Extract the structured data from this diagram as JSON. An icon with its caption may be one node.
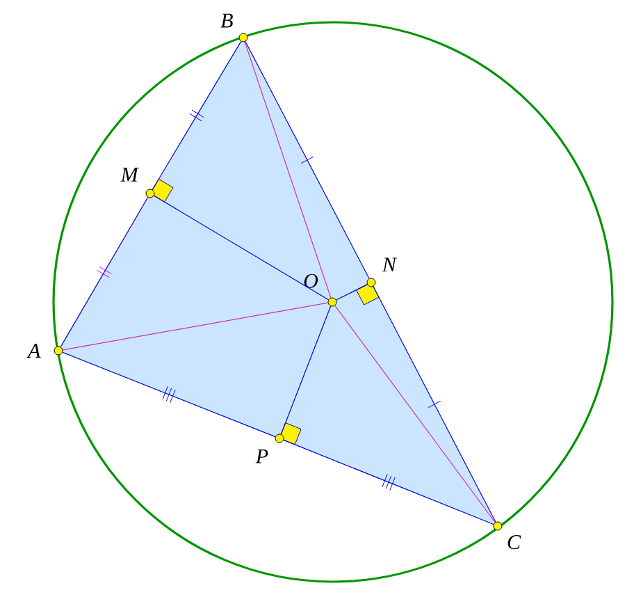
{
  "diagram": {
    "nodes": [
      {
        "text": [
          "B"
        ]
      },
      {
        "text": [
          "M"
        ]
      },
      {
        "text": [
          "A"
        ]
      },
      {
        "text": [
          "O"
        ]
      },
      {
        "text": [
          "N"
        ]
      },
      {
        "text": [
          "P"
        ]
      },
      {
        "text": [
          "C"
        ]
      }
    ],
    "edges": [
      {
        "from": 2,
        "to": 1,
        "arrow": "none"
      },
      {
        "from": 1,
        "to": 0,
        "arrow": "none"
      },
      {
        "from": 0,
        "to": 4,
        "arrow": "none"
      },
      {
        "from": 4,
        "to": 6,
        "arrow": "none"
      },
      {
        "from": 6,
        "to": 5,
        "arrow": "none"
      },
      {
        "from": 5,
        "to": 2,
        "arrow": "none"
      },
      {
        "from": 1,
        "to": 3,
        "arrow": "none"
      },
      {
        "from": 4,
        "to": 3,
        "arrow": "none"
      },
      {
        "from": 5,
        "to": 3,
        "arrow": "none"
      },
      {
        "from": 2,
        "to": 3,
        "arrow": "none",
        "color": "#cc3399"
      },
      {
        "from": 0,
        "to": 3,
        "arrow": "none",
        "color": "#cc3399"
      },
      {
        "from": 3,
        "to": 6,
        "arrow": "none",
        "color": "#cc3399"
      }
    ]
  }
}
